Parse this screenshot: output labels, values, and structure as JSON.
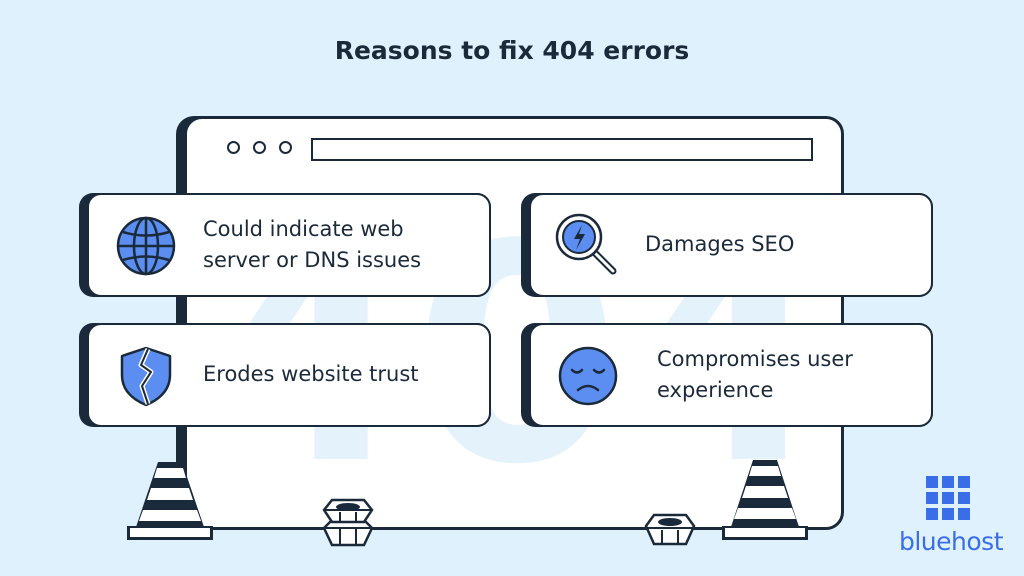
{
  "title": "Reasons to fix 404 errors",
  "watermark": "404",
  "reasons": [
    {
      "label_line1": "Could indicate web",
      "label_line2": "server or DNS issues",
      "icon": "globe-icon"
    },
    {
      "label_line1": "Damages SEO",
      "label_line2": "",
      "icon": "magnifier-lightning-icon"
    },
    {
      "label_line1": "Erodes website trust",
      "label_line2": "",
      "icon": "broken-shield-icon"
    },
    {
      "label_line1": "Compromises user",
      "label_line2": "experience",
      "icon": "sad-face-icon"
    }
  ],
  "brand": {
    "name": "bluehost",
    "color": "#3a6ee8"
  },
  "colors": {
    "background": "#dff1fc",
    "ink": "#1b2a3b",
    "accent": "#5b8ef0",
    "watermark": "#e4f2fb"
  }
}
